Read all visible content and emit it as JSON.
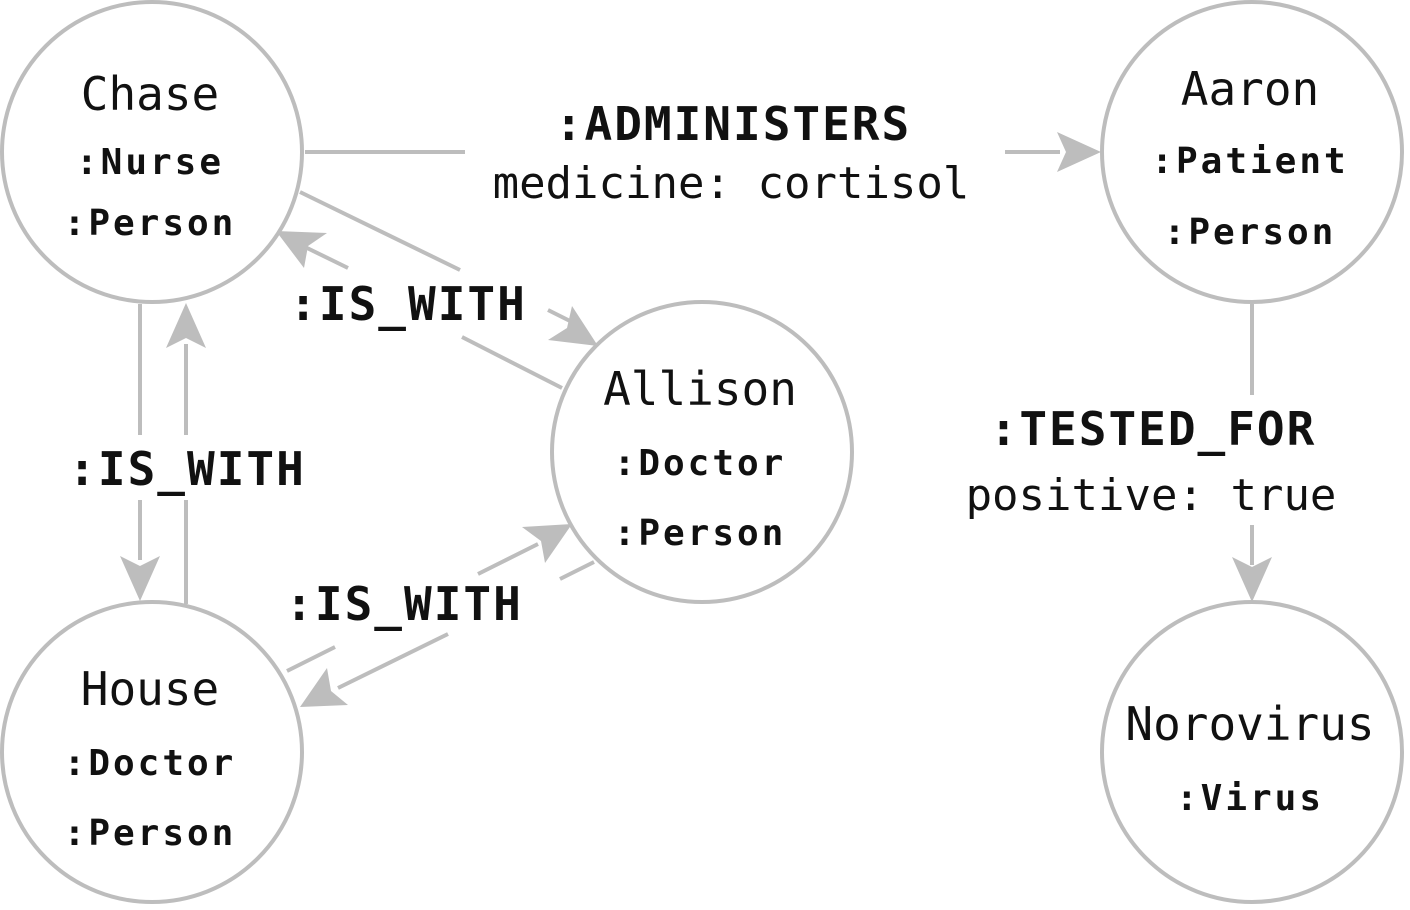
{
  "colors": {
    "stroke": "#bdbdbd",
    "text": "#111111",
    "background": "#ffffff"
  },
  "nodes": {
    "chase": {
      "name": "Chase",
      "labels": [
        ":Nurse",
        ":Person"
      ]
    },
    "aaron": {
      "name": "Aaron",
      "labels": [
        ":Patient",
        ":Person"
      ]
    },
    "allison": {
      "name": "Allison",
      "labels": [
        ":Doctor",
        ":Person"
      ]
    },
    "house": {
      "name": "House",
      "labels": [
        ":Doctor",
        ":Person"
      ]
    },
    "norovirus": {
      "name": "Norovirus",
      "labels": [
        ":Virus"
      ]
    }
  },
  "edges": {
    "administers": {
      "type": ":ADMINISTERS",
      "property": "medicine: cortisol"
    },
    "tested_for": {
      "type": ":TESTED_FOR",
      "property": "positive: true"
    },
    "chase_allison": {
      "type": ":IS_WITH"
    },
    "chase_house": {
      "type": ":IS_WITH"
    },
    "house_allison": {
      "type": ":IS_WITH"
    }
  }
}
